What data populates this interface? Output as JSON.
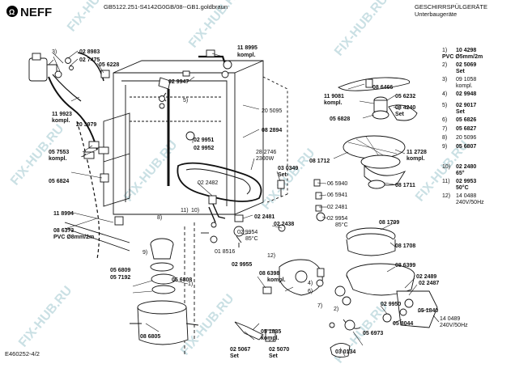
{
  "header": {
    "model": "GB5122.251-S4142G0GB/08--GB1.goldbraun",
    "title": "GESCHIRRSPÜLGERÄTE",
    "subtitle": "Unterbaugeräte"
  },
  "brand": {
    "name": "NEFF",
    "color": "#000000"
  },
  "footer": {
    "code": "E460252-4/2"
  },
  "watermark": {
    "text": "FIX-HUB.RU",
    "color": "#9fc7cf"
  },
  "legend": [
    {
      "num": "1)",
      "code": "10 4298",
      "desc": "PVC Ø5mm/2m",
      "bold": true
    },
    {
      "num": "2)",
      "code": "02 5069",
      "desc": "Set",
      "bold": true
    },
    {
      "num": "3)",
      "code": "09 1058",
      "desc": "kompl.",
      "bold": false
    },
    {
      "num": "4)",
      "code": "02 9948",
      "desc": "",
      "bold": true
    },
    {
      "num": "5)",
      "code": "02 9017",
      "desc": "Set",
      "bold": true
    },
    {
      "num": "6)",
      "code": "05 6826",
      "desc": "",
      "bold": true
    },
    {
      "num": "7)",
      "code": "05 6827",
      "desc": "",
      "bold": true
    },
    {
      "num": "8)",
      "code": "20 5096",
      "desc": "",
      "bold": false
    },
    {
      "num": "9)",
      "code": "05 6807",
      "desc": "",
      "bold": true
    },
    {
      "num": "10)",
      "code": "02 2480",
      "desc": "65°",
      "bold": true
    },
    {
      "num": "11)",
      "code": "02 9953",
      "desc": "50°C",
      "bold": true
    },
    {
      "num": "12)",
      "code": "14 0488",
      "desc": "240V/50Hz",
      "bold": false
    }
  ],
  "callouts": [
    {
      "id": "c1",
      "text": "02 8983",
      "bold": true
    },
    {
      "id": "c2",
      "text": "02 7475",
      "bold": true
    },
    {
      "id": "c3",
      "text": "05 6228",
      "bold": true
    },
    {
      "id": "c4",
      "text": "11 8995",
      "bold": true
    },
    {
      "id": "c4b",
      "text": "kompl.",
      "bold": true
    },
    {
      "id": "c5",
      "text": "02 9947",
      "bold": true
    },
    {
      "id": "c6",
      "text": "11 9923",
      "bold": true
    },
    {
      "id": "c6b",
      "text": "kompl.",
      "bold": true
    },
    {
      "id": "c7",
      "text": "20 3979",
      "bold": true
    },
    {
      "id": "c8",
      "text": "05 7553",
      "bold": true
    },
    {
      "id": "c8b",
      "text": "kompl.",
      "bold": true
    },
    {
      "id": "c9",
      "text": "05 6824",
      "bold": true
    },
    {
      "id": "c10",
      "text": "11 8994",
      "bold": true
    },
    {
      "id": "c11",
      "text": "08 6373",
      "bold": true
    },
    {
      "id": "c11b",
      "text": "PVC Ø8mm/2m",
      "bold": true
    },
    {
      "id": "c12",
      "text": "20 5095",
      "bold": false
    },
    {
      "id": "c13",
      "text": "08 2894",
      "bold": true
    },
    {
      "id": "c14",
      "text": "02 9951",
      "bold": true
    },
    {
      "id": "c15",
      "text": "02 9952",
      "bold": true
    },
    {
      "id": "c16",
      "text": "28 2746",
      "bold": false
    },
    {
      "id": "c16b",
      "text": "2300W",
      "bold": false
    },
    {
      "id": "c17",
      "text": "03 0349",
      "bold": true
    },
    {
      "id": "c17b",
      "text": "Set",
      "bold": true
    },
    {
      "id": "c18",
      "text": "02 2482",
      "bold": false
    },
    {
      "id": "c19",
      "text": "02 2481",
      "bold": true
    },
    {
      "id": "c20",
      "text": "02 2438",
      "bold": true
    },
    {
      "id": "c21",
      "text": "02 9954",
      "bold": false
    },
    {
      "id": "c21b",
      "text": "85°C",
      "bold": false
    },
    {
      "id": "c22",
      "text": "01 8516",
      "bold": false
    },
    {
      "id": "c23",
      "text": "02 9955",
      "bold": true
    },
    {
      "id": "c24",
      "text": "05 6809",
      "bold": true
    },
    {
      "id": "c25",
      "text": "05 7192",
      "bold": true
    },
    {
      "id": "c26",
      "text": "05 6808",
      "bold": true
    },
    {
      "id": "c27",
      "text": "08 6805",
      "bold": true
    },
    {
      "id": "c28",
      "text": "05 1835",
      "bold": true
    },
    {
      "id": "c28b",
      "text": "kompl.",
      "bold": true
    },
    {
      "id": "c29",
      "text": "02 5067",
      "bold": true
    },
    {
      "id": "c29b",
      "text": "Set",
      "bold": true
    },
    {
      "id": "c30",
      "text": "02 5070",
      "bold": true
    },
    {
      "id": "c30b",
      "text": "Set",
      "bold": true
    },
    {
      "id": "c31",
      "text": "08 6466",
      "bold": true
    },
    {
      "id": "c32",
      "text": "11 9081",
      "bold": true
    },
    {
      "id": "c32b",
      "text": "kompl.",
      "bold": true
    },
    {
      "id": "c33",
      "text": "05 6232",
      "bold": true
    },
    {
      "id": "c34",
      "text": "08 4240",
      "bold": true
    },
    {
      "id": "c34b",
      "text": "Set",
      "bold": true
    },
    {
      "id": "c35",
      "text": "05 6828",
      "bold": true
    },
    {
      "id": "c36",
      "text": "11 2728",
      "bold": true
    },
    {
      "id": "c36b",
      "text": "kompl.",
      "bold": true
    },
    {
      "id": "c37",
      "text": "08 1712",
      "bold": true
    },
    {
      "id": "c38",
      "text": "08 1711",
      "bold": true
    },
    {
      "id": "c39",
      "text": "06 5940",
      "bold": false
    },
    {
      "id": "c40",
      "text": "06 5941",
      "bold": false
    },
    {
      "id": "c41",
      "text": "02 2481",
      "bold": false
    },
    {
      "id": "c42",
      "text": "02 9954",
      "bold": false
    },
    {
      "id": "c42b",
      "text": "85°C",
      "bold": false
    },
    {
      "id": "c43",
      "text": "08 1709",
      "bold": true
    },
    {
      "id": "c44",
      "text": "08 1708",
      "bold": true
    },
    {
      "id": "c45",
      "text": "08 6399",
      "bold": true
    },
    {
      "id": "c46",
      "text": "08 6398",
      "bold": true
    },
    {
      "id": "c46b",
      "text": "kompl.",
      "bold": true
    },
    {
      "id": "c47",
      "text": "02 2489",
      "bold": true
    },
    {
      "id": "c48",
      "text": "02 2487",
      "bold": true
    },
    {
      "id": "c49",
      "text": "05 1840",
      "bold": true
    },
    {
      "id": "c50",
      "text": "14 0489",
      "bold": false
    },
    {
      "id": "c50b",
      "text": "240V/50Hz",
      "bold": false
    },
    {
      "id": "c51",
      "text": "02 9950",
      "bold": true
    },
    {
      "id": "c52",
      "text": "05 8044",
      "bold": true
    },
    {
      "id": "c53",
      "text": "05 6973",
      "bold": true
    },
    {
      "id": "c54",
      "text": "03 0134",
      "bold": true
    },
    {
      "id": "n3",
      "text": "3)",
      "bold": false
    },
    {
      "id": "n5",
      "text": "5)",
      "bold": false
    },
    {
      "id": "n9",
      "text": "9)",
      "bold": false
    },
    {
      "id": "n1",
      "text": "1)",
      "bold": false
    },
    {
      "id": "n8",
      "text": "8)",
      "bold": false
    },
    {
      "id": "n11",
      "text": "11)",
      "bold": false
    },
    {
      "id": "n10",
      "text": "10)",
      "bold": false
    },
    {
      "id": "n12",
      "text": "12)",
      "bold": false
    },
    {
      "id": "n4",
      "text": "4)",
      "bold": false
    },
    {
      "id": "n6",
      "text": "6)",
      "bold": false
    },
    {
      "id": "n7",
      "text": "7)",
      "bold": false
    },
    {
      "id": "n2",
      "text": "2)",
      "bold": false
    }
  ]
}
